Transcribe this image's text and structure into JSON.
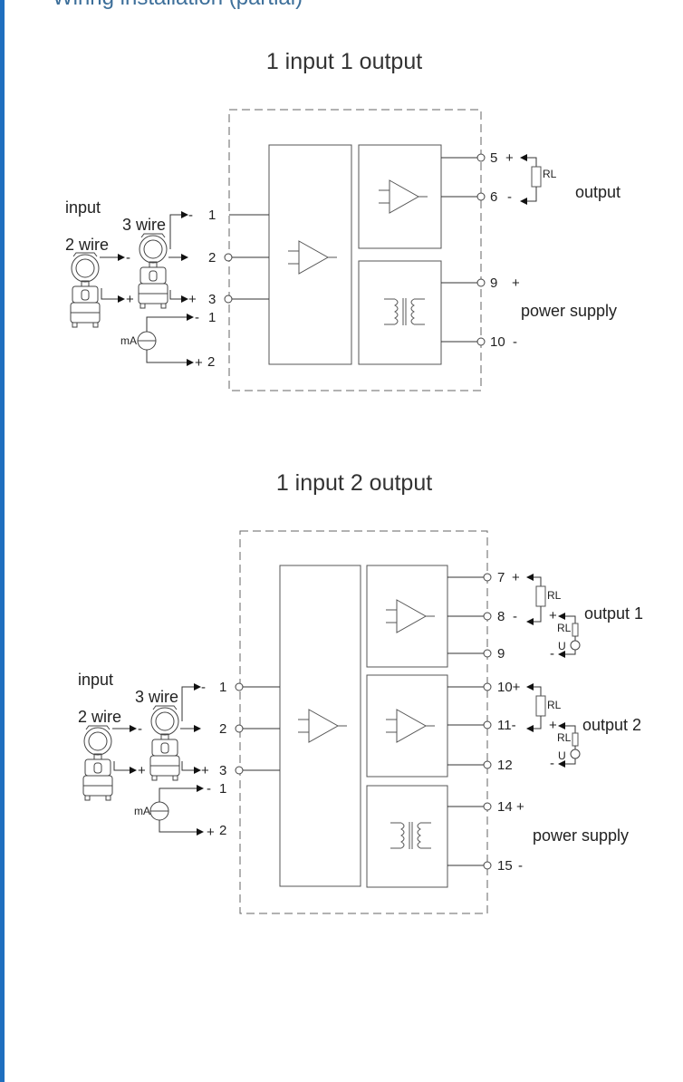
{
  "header": {
    "text": "Wiring installation (partial)"
  },
  "diagram1": {
    "title": "1 input 1 output",
    "input_label": "input",
    "wire3_label": "3 wire",
    "wire2_label": "2 wire",
    "ma_label": "mA",
    "in_pins": [
      "1",
      "2",
      "3"
    ],
    "ma_pins": [
      "1",
      "2"
    ],
    "rl_label": "RL",
    "output_label": "output",
    "out_pins": [
      "5",
      "6"
    ],
    "power_pins": [
      "9",
      "10"
    ],
    "power_label": "power supply"
  },
  "diagram2": {
    "title": "1 input 2 output",
    "input_label": "input",
    "wire3_label": "3 wire",
    "wire2_label": "2 wire",
    "ma_label": "mA",
    "in_pins": [
      "1",
      "2",
      "3"
    ],
    "ma_pins": [
      "1",
      "2"
    ],
    "rl_label": "RL",
    "u_label": "U",
    "output1_label": "output 1",
    "output2_label": "output 2",
    "out1_pins": [
      "7",
      "8",
      "9"
    ],
    "out2_pins": [
      "10+",
      "11-",
      "12"
    ],
    "power_pins": [
      "14",
      "15"
    ],
    "power_label": "power supply"
  }
}
